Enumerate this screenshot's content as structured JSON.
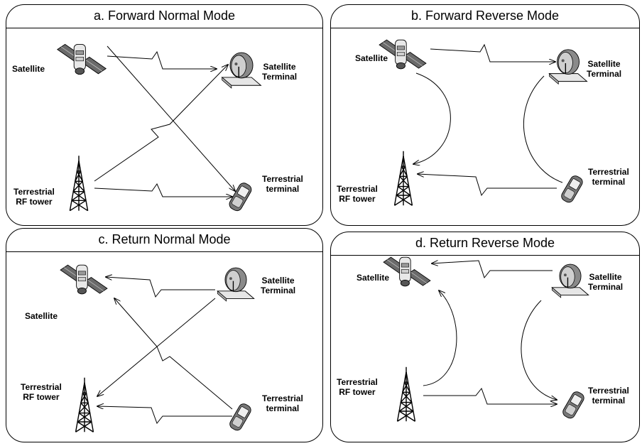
{
  "panels": {
    "a": {
      "title": "a.  Forward Normal Mode",
      "sat": "Satellite",
      "sat_term": "Satellite\nTerminal",
      "tower": "Terrestrial\nRF tower",
      "terr_term": "Terrestrial\nterminal"
    },
    "b": {
      "title": "b.  Forward Reverse Mode",
      "sat": "Satellite",
      "sat_term": "Satellite\nTerminal",
      "tower": "Terrestrial\nRF tower",
      "terr_term": "Terrestrial\nterminal"
    },
    "c": {
      "title": "c.  Return Normal Mode",
      "sat": "Satellite",
      "sat_term": "Satellite\nTerminal",
      "tower": "Terrestrial\nRF tower",
      "terr_term": "Terrestrial\nterminal"
    },
    "d": {
      "title": "d.  Return Reverse Mode",
      "sat": "Satellite",
      "sat_term": "Satellite\nTerminal",
      "tower": "Terrestrial\nRF tower",
      "terr_term": "Terrestrial\nterminal"
    }
  },
  "icons": [
    "satellite-icon",
    "satellite-dish-terminal-icon",
    "rf-tower-icon",
    "mobile-phone-icon"
  ]
}
